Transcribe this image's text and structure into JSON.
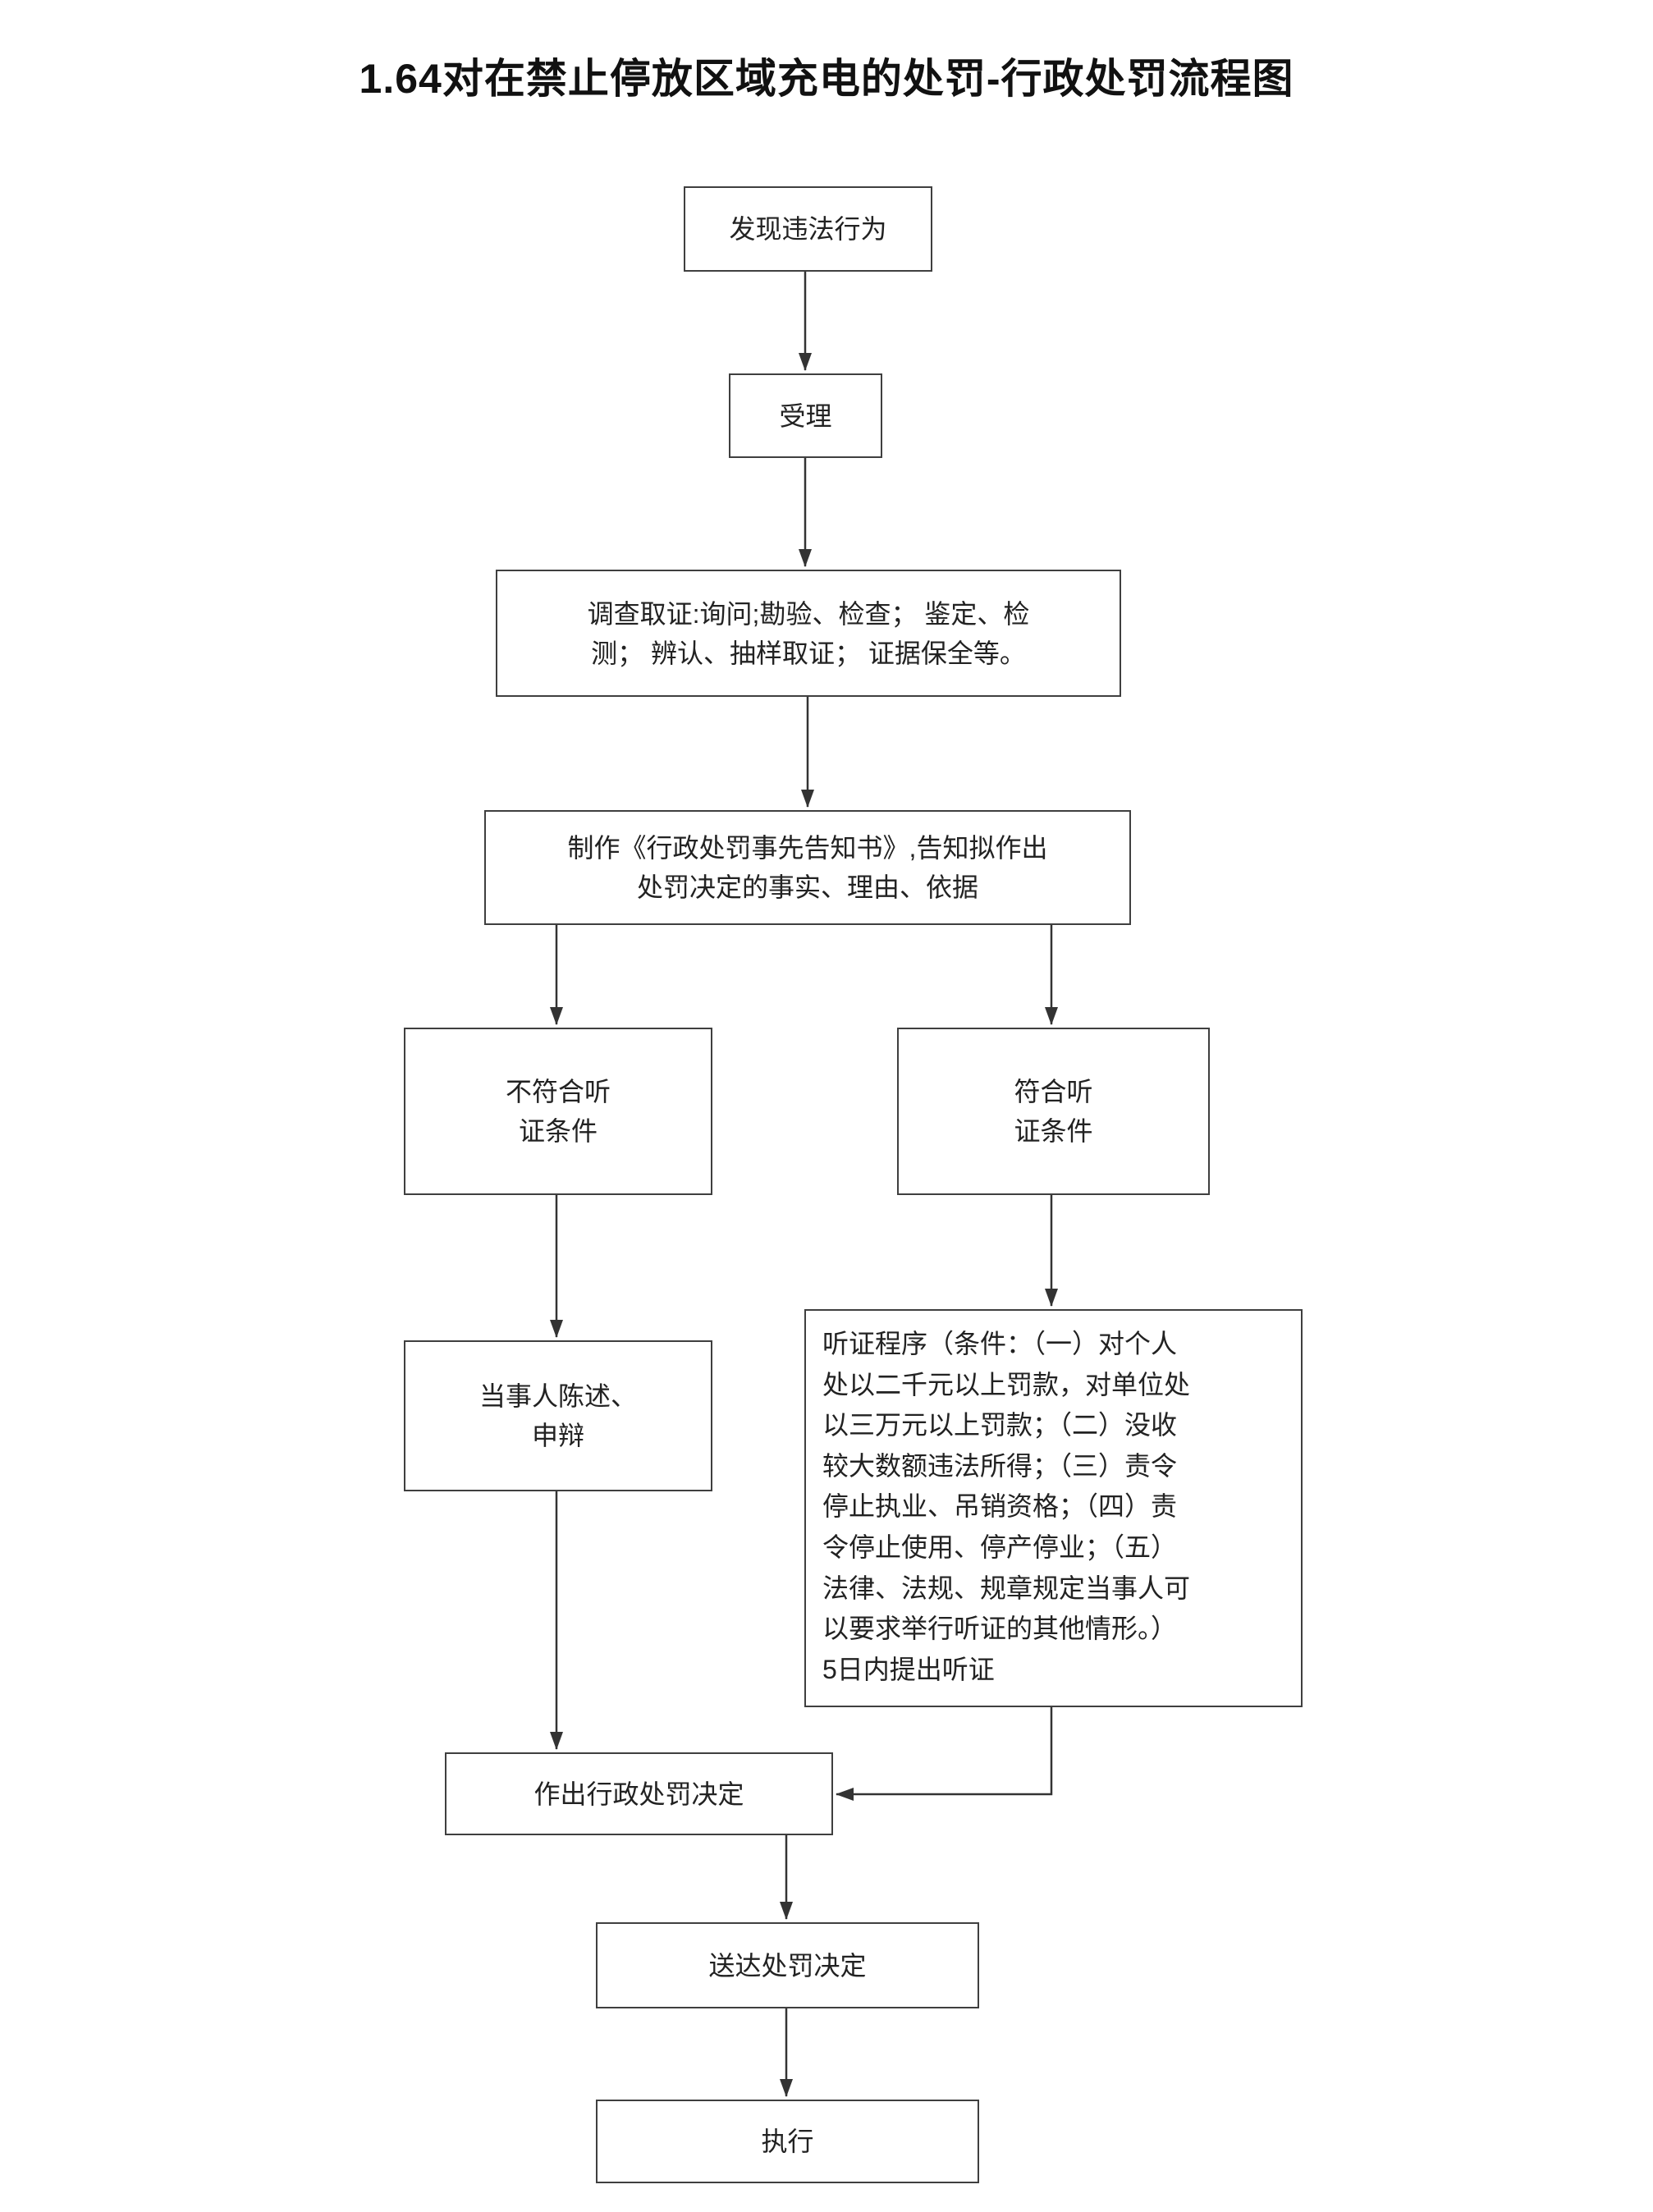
{
  "title": "1.64对在禁止停放区域充电的处罚-行政处罚流程图",
  "flowchart": {
    "nodes": {
      "discover": "发现违法行为",
      "accept": "受理",
      "investigate": "调查取证:询问;勘验、检查； 鉴定、检\n测； 辨认、抽样取证； 证据保全等。",
      "notice": "制作《行政处罚事先告知书》,告知拟作出\n处罚决定的事实、理由、依据",
      "no_hearing": "不符合听\n证条件",
      "hearing_eligible": "符合听\n证条件",
      "statement": "当事人陈述、\n申辩",
      "hearing_procedure": "听证程序（条件：（一）对个人\n处以二千元以上罚款，对单位处\n以三万元以上罚款；（二）没收\n较大数额违法所得；（三）责令\n停止执业、吊销资格；（四）责\n令停止使用、停产停业；（五）\n法律、法规、规章规定当事人可\n以要求举行听证的其他情形。）\n5日内提出听证",
      "decision": "作出行政处罚决定",
      "deliver": "送达处罚决定",
      "execute": "执行"
    },
    "edges": [
      {
        "from": "discover",
        "to": "accept"
      },
      {
        "from": "accept",
        "to": "investigate"
      },
      {
        "from": "investigate",
        "to": "notice"
      },
      {
        "from": "notice",
        "to": "no_hearing"
      },
      {
        "from": "notice",
        "to": "hearing_eligible"
      },
      {
        "from": "no_hearing",
        "to": "statement"
      },
      {
        "from": "hearing_eligible",
        "to": "hearing_procedure"
      },
      {
        "from": "statement",
        "to": "decision"
      },
      {
        "from": "hearing_procedure",
        "to": "decision"
      },
      {
        "from": "decision",
        "to": "deliver"
      },
      {
        "from": "deliver",
        "to": "execute"
      }
    ],
    "colors": {
      "border": "#3f3f3f",
      "arrow": "#333333",
      "text": "#222222",
      "background": "#ffffff"
    }
  }
}
